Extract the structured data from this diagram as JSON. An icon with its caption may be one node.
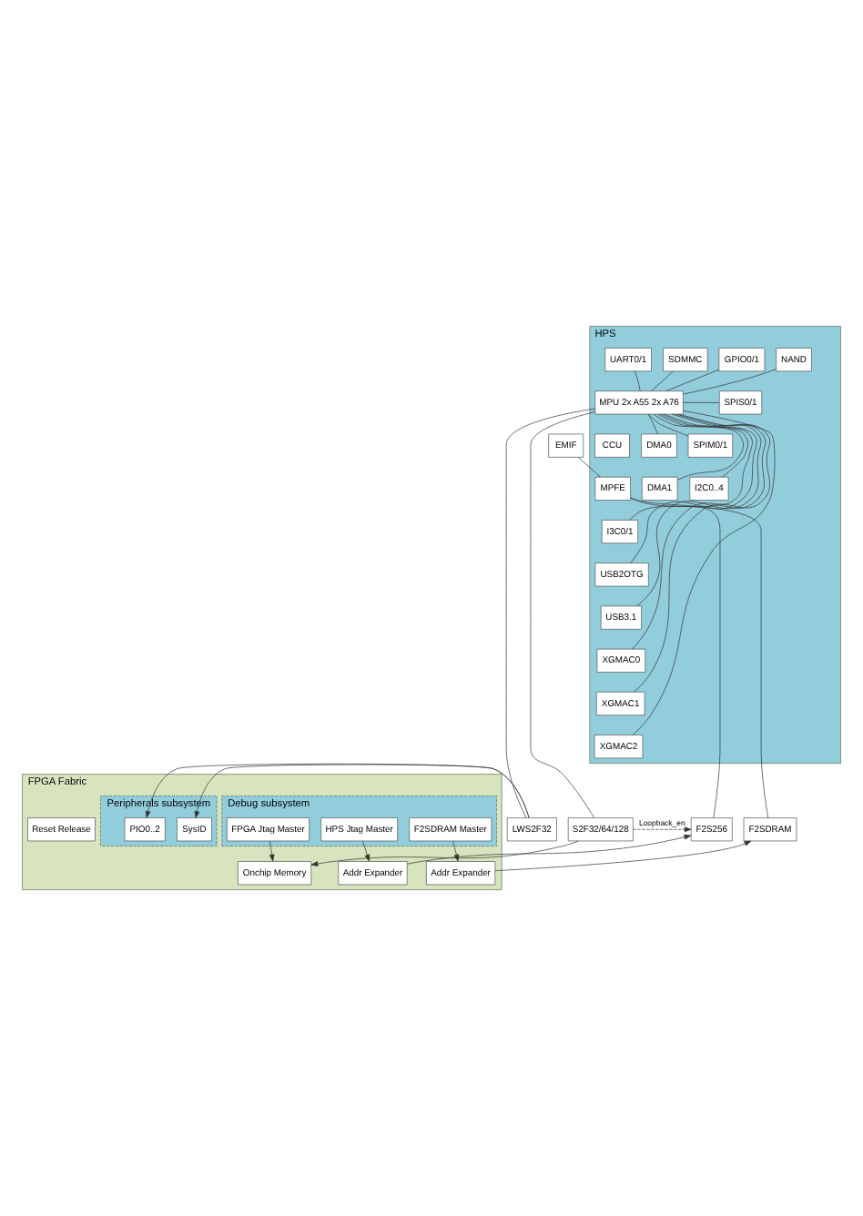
{
  "diagram": {
    "nodes": [
      {
        "text": [
          "HPS"
        ]
      },
      {
        "text": [
          "MPU 2x A55 2x A76"
        ],
        "in": 0
      },
      {
        "text": [
          "CCU"
        ],
        "in": 0
      },
      {
        "text": [
          "MPFE"
        ],
        "in": 0
      },
      {
        "text": [
          "UART0/1"
        ],
        "in": 0
      },
      {
        "text": [
          "GPIO0/1"
        ],
        "in": 0
      },
      {
        "text": [
          "SDMMC"
        ],
        "in": 0
      },
      {
        "text": [
          "NAND"
        ],
        "in": 0
      },
      {
        "text": [
          "SPIS0/1"
        ],
        "in": 0
      },
      {
        "text": [
          "SPIM0/1"
        ],
        "in": 0
      },
      {
        "text": [
          "DMA0"
        ],
        "in": 0
      },
      {
        "text": [
          "DMA1"
        ],
        "in": 0
      },
      {
        "text": [
          "I2C0..4"
        ],
        "in": 0
      },
      {
        "text": [
          "I3C0/1"
        ],
        "in": 0
      },
      {
        "text": [
          "USB2OTG"
        ],
        "in": 0
      },
      {
        "text": [
          "USB3.1"
        ],
        "in": 0
      },
      {
        "text": [
          "XGMAC0"
        ],
        "in": 0
      },
      {
        "text": [
          "XGMAC1"
        ],
        "in": 0
      },
      {
        "text": [
          "XGMAC2"
        ],
        "in": 0
      },
      {
        "text": [
          "F2SDRAM"
        ]
      },
      {
        "text": [
          "F2S256"
        ]
      },
      {
        "text": [
          "LWS2F32"
        ]
      },
      {
        "text": [
          "S2F32/64/128"
        ]
      },
      {
        "text": [
          "EMIF"
        ]
      },
      {
        "text": [
          "FPGA Fabric"
        ]
      },
      {
        "text": [
          "Debug subsystem"
        ],
        "in": 24
      },
      {
        "text": [
          "FPGA Jtag Master"
        ],
        "in": 25
      },
      {
        "text": [
          "HPS Jtag Master"
        ],
        "in": 25
      },
      {
        "text": [
          "F2SDRAM Master"
        ],
        "in": 25
      },
      {
        "text": [
          "Addr Expander"
        ],
        "in": 24
      },
      {
        "text": [
          "Addr Expander"
        ],
        "in": 24
      },
      {
        "text": [
          "Onchip Memory"
        ],
        "in": 24
      },
      {
        "text": [
          "Peripherals subsystem"
        ],
        "in": 24
      },
      {
        "text": [
          "SysID"
        ],
        "in": 32
      },
      {
        "text": [
          "PIO0..2"
        ],
        "in": 32
      },
      {
        "text": [
          "Reset Release"
        ],
        "in": 24
      }
    ],
    "edges": [
      {
        "from": 1,
        "to": 4,
        "arrow": "none"
      },
      {
        "from": 1,
        "to": 5,
        "arrow": "none"
      },
      {
        "from": 1,
        "to": 6,
        "arrow": "none"
      },
      {
        "from": 1,
        "to": 7,
        "arrow": "none"
      },
      {
        "from": 1,
        "to": 8,
        "arrow": "none"
      },
      {
        "from": 1,
        "to": 9,
        "arrow": "none"
      },
      {
        "from": 1,
        "to": 10,
        "arrow": "none"
      },
      {
        "from": 1,
        "to": 11,
        "arrow": "none"
      },
      {
        "from": 1,
        "to": 12,
        "arrow": "none"
      },
      {
        "from": 1,
        "to": 13,
        "arrow": "none"
      },
      {
        "from": 1,
        "to": 14,
        "arrow": "none"
      },
      {
        "from": 1,
        "to": 15,
        "arrow": "none"
      },
      {
        "from": 1,
        "to": 16,
        "arrow": "none"
      },
      {
        "from": 1,
        "to": 17,
        "arrow": "none"
      },
      {
        "from": 1,
        "to": 18,
        "arrow": "none"
      },
      {
        "from": 1,
        "to": 21,
        "arrow": "none"
      },
      {
        "from": 1,
        "to": 22,
        "arrow": "none"
      },
      {
        "from": 23,
        "to": 3,
        "arrow": "none"
      },
      {
        "from": 3,
        "to": 19,
        "arrow": "none"
      },
      {
        "from": 3,
        "to": 20,
        "arrow": "none"
      },
      {
        "from": 22,
        "to": 31,
        "arrow": "to"
      },
      {
        "from": 26,
        "to": 31,
        "arrow": "to"
      },
      {
        "from": 22,
        "to": 20,
        "arrow": "to",
        "style": "dashed",
        "label": "Loopback_en"
      },
      {
        "from": 27,
        "to": 29,
        "arrow": "to"
      },
      {
        "from": 28,
        "to": 30,
        "arrow": "to"
      },
      {
        "from": 29,
        "to": 20,
        "arrow": "to"
      },
      {
        "from": 30,
        "to": 19,
        "arrow": "to"
      },
      {
        "from": 21,
        "to": 33,
        "arrow": "to"
      },
      {
        "from": 21,
        "to": 34,
        "arrow": "to"
      }
    ]
  }
}
